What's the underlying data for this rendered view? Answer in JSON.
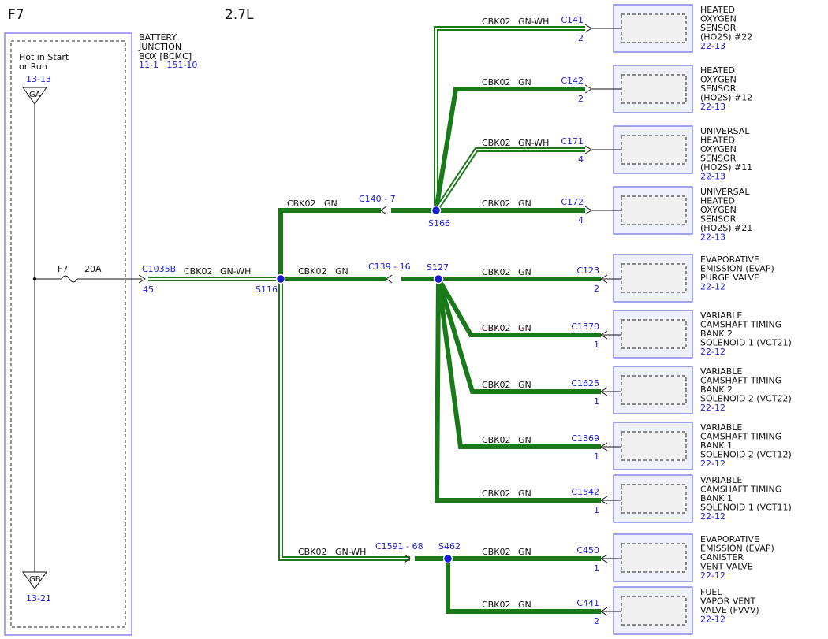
{
  "header": {
    "fuse_id": "F7",
    "engine": "2.7L"
  },
  "bjb": {
    "title": [
      "BATTERY",
      "JUNCTION",
      "BOX [BCMC]"
    ],
    "refs": "11-1   151-10",
    "hot_label": [
      "Hot in Start",
      "or Run"
    ],
    "top_ref": "13-13",
    "top_conn": "GA",
    "bottom_conn": "GB",
    "bottom_ref": "13-21",
    "fuse_name": "F7",
    "fuse_rating": "20A"
  },
  "feed": {
    "connector": "C1035B",
    "pin": "45",
    "circuit": "CBK02",
    "color": "GN-WH"
  },
  "splices": {
    "s116": "S116",
    "s166": "S166",
    "s127": "S127",
    "s462": "S462"
  },
  "inline": {
    "c140": "C140 - 7",
    "c139": "C139 - 16",
    "c1591": "C1591 - 68"
  },
  "trunks": [
    {
      "id": "t140",
      "circuit": "CBK02",
      "color": "GN"
    },
    {
      "id": "t139",
      "circuit": "CBK02",
      "color": "GN"
    },
    {
      "id": "t1591",
      "circuit": "CBK02",
      "color": "GN-WH"
    }
  ],
  "components": [
    {
      "id": "c141",
      "connector": "C141",
      "pin": "2",
      "circuit": "CBK02",
      "color": "GN-WH",
      "name": [
        "HEATED",
        "OXYGEN",
        "SENSOR",
        "(HO2S) #22"
      ],
      "ref": "22-13"
    },
    {
      "id": "c142",
      "connector": "C142",
      "pin": "2",
      "circuit": "CBK02",
      "color": "GN",
      "name": [
        "HEATED",
        "OXYGEN",
        "SENSOR",
        "(HO2S) #12"
      ],
      "ref": "22-13"
    },
    {
      "id": "c171",
      "connector": "C171",
      "pin": "4",
      "circuit": "CBK02",
      "color": "GN-WH",
      "name": [
        "UNIVERSAL",
        "HEATED",
        "OXYGEN",
        "SENSOR",
        "(HO2S) #11"
      ],
      "ref": "22-13"
    },
    {
      "id": "c172",
      "connector": "C172",
      "pin": "4",
      "circuit": "CBK02",
      "color": "GN",
      "name": [
        "UNIVERSAL",
        "HEATED",
        "OXYGEN",
        "SENSOR",
        "(HO2S) #21"
      ],
      "ref": "22-13"
    },
    {
      "id": "c123",
      "connector": "C123",
      "pin": "2",
      "circuit": "CBK02",
      "color": "GN",
      "name": [
        "EVAPORATIVE",
        "EMISSION (EVAP)",
        "PURGE VALVE"
      ],
      "ref": "22-12"
    },
    {
      "id": "c1370",
      "connector": "C1370",
      "pin": "1",
      "circuit": "CBK02",
      "color": "GN",
      "name": [
        "VARIABLE",
        "CAMSHAFT TIMING",
        "BANK 2",
        "SOLENOID 1 (VCT21)"
      ],
      "ref": "22-12"
    },
    {
      "id": "c1625",
      "connector": "C1625",
      "pin": "1",
      "circuit": "CBK02",
      "color": "GN",
      "name": [
        "VARIABLE",
        "CAMSHAFT TIMING",
        "BANK 2",
        "SOLENOID 2 (VCT22)"
      ],
      "ref": "22-12"
    },
    {
      "id": "c1369",
      "connector": "C1369",
      "pin": "1",
      "circuit": "CBK02",
      "color": "GN",
      "name": [
        "VARIABLE",
        "CAMSHAFT TIMING",
        "BANK 1",
        "SOLENOID 2 (VCT12)"
      ],
      "ref": "22-12"
    },
    {
      "id": "c1542",
      "connector": "C1542",
      "pin": "1",
      "circuit": "CBK02",
      "color": "GN",
      "name": [
        "VARIABLE",
        "CAMSHAFT TIMING",
        "BANK 1",
        "SOLENOID 1 (VCT11)"
      ],
      "ref": "22-12"
    },
    {
      "id": "c450",
      "connector": "C450",
      "pin": "1",
      "circuit": "CBK02",
      "color": "GN",
      "name": [
        "EVAPORATIVE",
        "EMISSION (EVAP)",
        "CANISTER",
        "VENT VALVE"
      ],
      "ref": "22-12"
    },
    {
      "id": "c441",
      "connector": "C441",
      "pin": "2",
      "circuit": "CBK02",
      "color": "GN",
      "name": [
        "FUEL",
        "VAPOR VENT",
        "VALVE (FVVV)"
      ],
      "ref": "22-12"
    }
  ]
}
